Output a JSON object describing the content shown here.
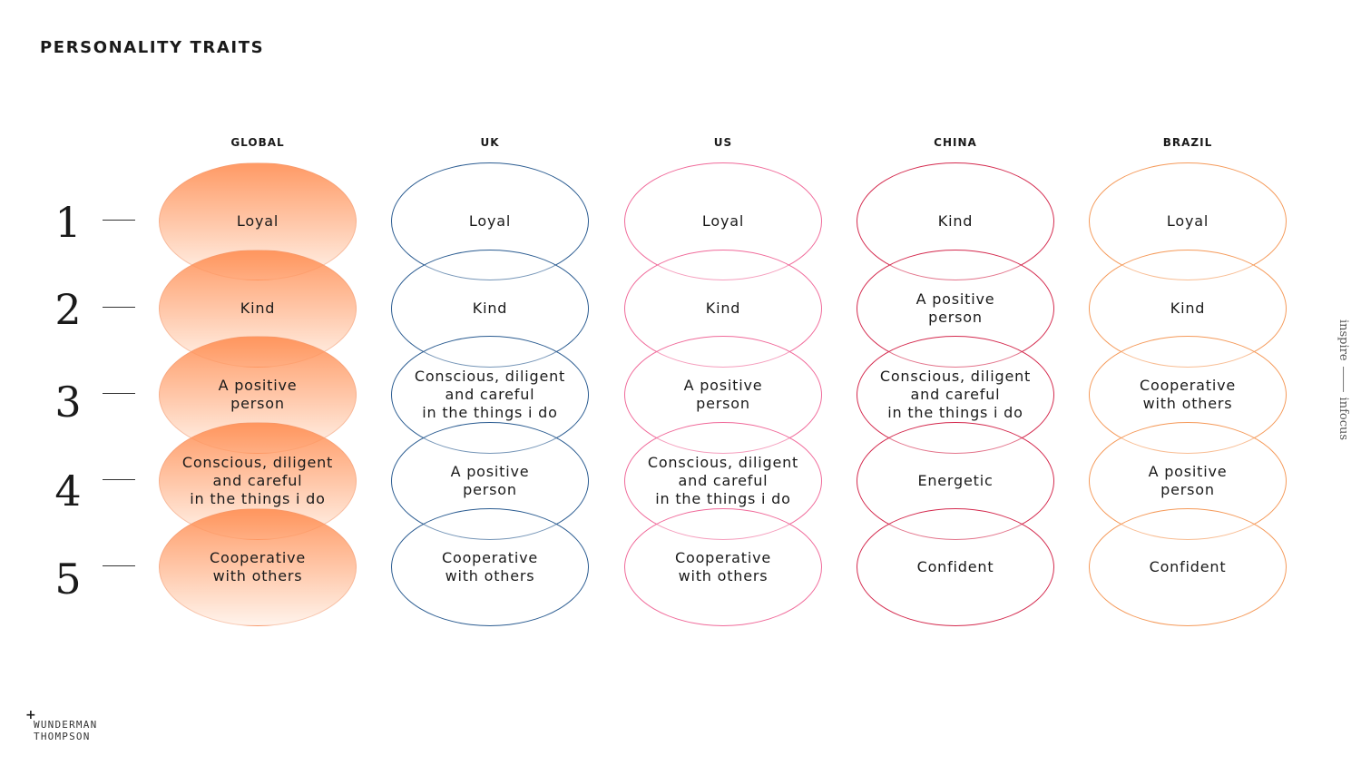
{
  "title": "PERSONALITY TRAITS",
  "ranks": [
    "1",
    "2",
    "3",
    "4",
    "5"
  ],
  "columns": [
    {
      "name": "GLOBAL",
      "style": "filled",
      "color": "#ff8c50",
      "traits": [
        "Loyal",
        "Kind",
        "A positive\nperson",
        "Conscious, diligent\nand careful\nin the things i do",
        "Cooperative\nwith others"
      ]
    },
    {
      "name": "UK",
      "style": "outline",
      "color": "#2b5c91",
      "traits": [
        "Loyal",
        "Kind",
        "Conscious, diligent\nand careful\nin the things i do",
        "A positive\nperson",
        "Cooperative\nwith others"
      ]
    },
    {
      "name": "US",
      "style": "outline",
      "color": "#f06a9a",
      "traits": [
        "Loyal",
        "Kind",
        "A positive\nperson",
        "Conscious, diligent\nand careful\nin the things i do",
        "Cooperative\nwith others"
      ]
    },
    {
      "name": "CHINA",
      "style": "outline",
      "color": "#d42a4e",
      "traits": [
        "Kind",
        "A positive\nperson",
        "Conscious, diligent\nand careful\nin the things i do",
        "Energetic",
        "Confident"
      ]
    },
    {
      "name": "BRAZIL",
      "style": "outline",
      "color": "#f59a5a",
      "traits": [
        "Loyal",
        "Kind",
        "Cooperative\nwith others",
        "A positive\nperson",
        "Confident"
      ]
    }
  ],
  "side_tag": {
    "left": "inspire",
    "right": "infocus"
  },
  "brand": {
    "line1": "WUNDERMAN",
    "line2": "THOMPSON",
    "mark": "+"
  }
}
